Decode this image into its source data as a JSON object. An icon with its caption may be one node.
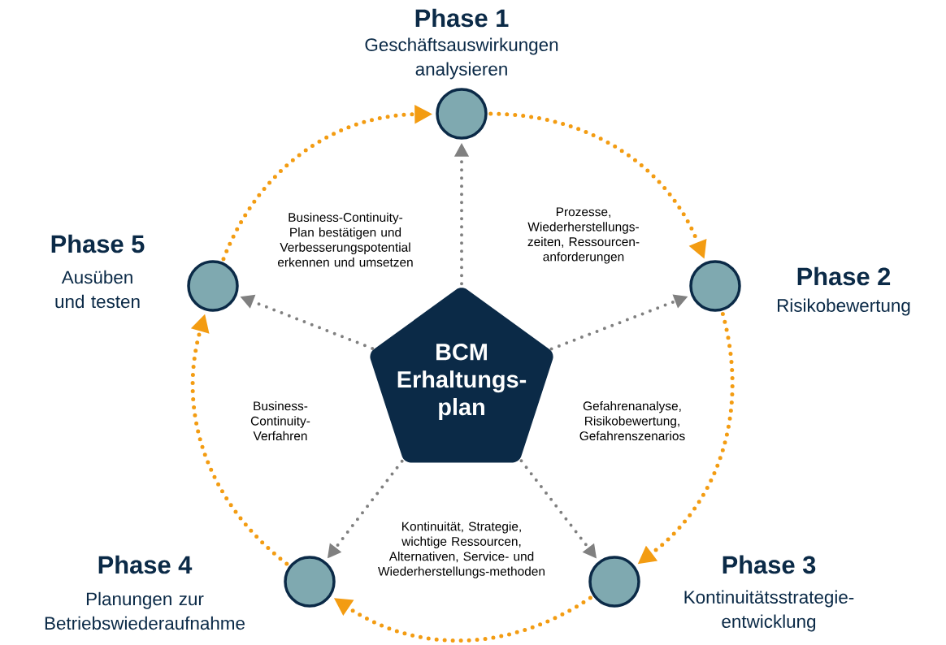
{
  "diagram": {
    "nodes": [
      {
        "text": [
          "Phase 1",
          "Geschäftsauswirkungen analysieren"
        ]
      },
      {
        "text": [
          "Phase 2",
          "Risikobewertung"
        ]
      },
      {
        "text": [
          "Phase 3",
          "Kontinuitätsstrategie-entwicklung"
        ]
      },
      {
        "text": [
          "Phase 4",
          "Planungen zur Betriebswiederaufnahme"
        ]
      },
      {
        "text": [
          "Phase 5",
          "Ausüben und testen"
        ]
      },
      {
        "text": [
          "BCM Erhaltungs-plan"
        ]
      }
    ],
    "edges": [
      {
        "from": 0,
        "to": 1,
        "arrow": "to",
        "style": "dashed",
        "color": "#f39c12"
      },
      {
        "from": 1,
        "to": 2,
        "arrow": "to",
        "style": "dashed",
        "color": "#f39c12"
      },
      {
        "from": 2,
        "to": 3,
        "arrow": "to",
        "style": "dashed",
        "color": "#f39c12"
      },
      {
        "from": 3,
        "to": 4,
        "arrow": "to",
        "style": "dashed",
        "color": "#f39c12"
      },
      {
        "from": 4,
        "to": 0,
        "arrow": "to",
        "style": "dashed",
        "color": "#f39c12"
      },
      {
        "from": 5,
        "to": 0,
        "arrow": "to",
        "style": "dashed",
        "color": "#808080"
      },
      {
        "from": 5,
        "to": 1,
        "arrow": "to",
        "style": "dashed",
        "color": "#808080"
      },
      {
        "from": 5,
        "to": 2,
        "arrow": "to",
        "style": "dashed",
        "color": "#808080"
      },
      {
        "from": 5,
        "to": 3,
        "arrow": "to",
        "style": "dashed",
        "color": "#808080"
      },
      {
        "from": 5,
        "to": 4,
        "arrow": "to",
        "style": "dashed",
        "color": "#808080"
      }
    ],
    "labels": [
      "Business-Continuity-Plan bestätigen und Verbesserungspotential erkennen und umsetzen",
      "Prozesse, Wiederherstellungs-zeiten, Ressourcen-anforderungen",
      "Business-Continuity-Verfahren",
      "Gefahrenanalyse, Risikobewertung, Gefahrenszenarios",
      "Kontinuität, Strategie, wichtige Ressourcen, Alternativen, Service- und Wiederherstellungs-methoden"
    ]
  }
}
